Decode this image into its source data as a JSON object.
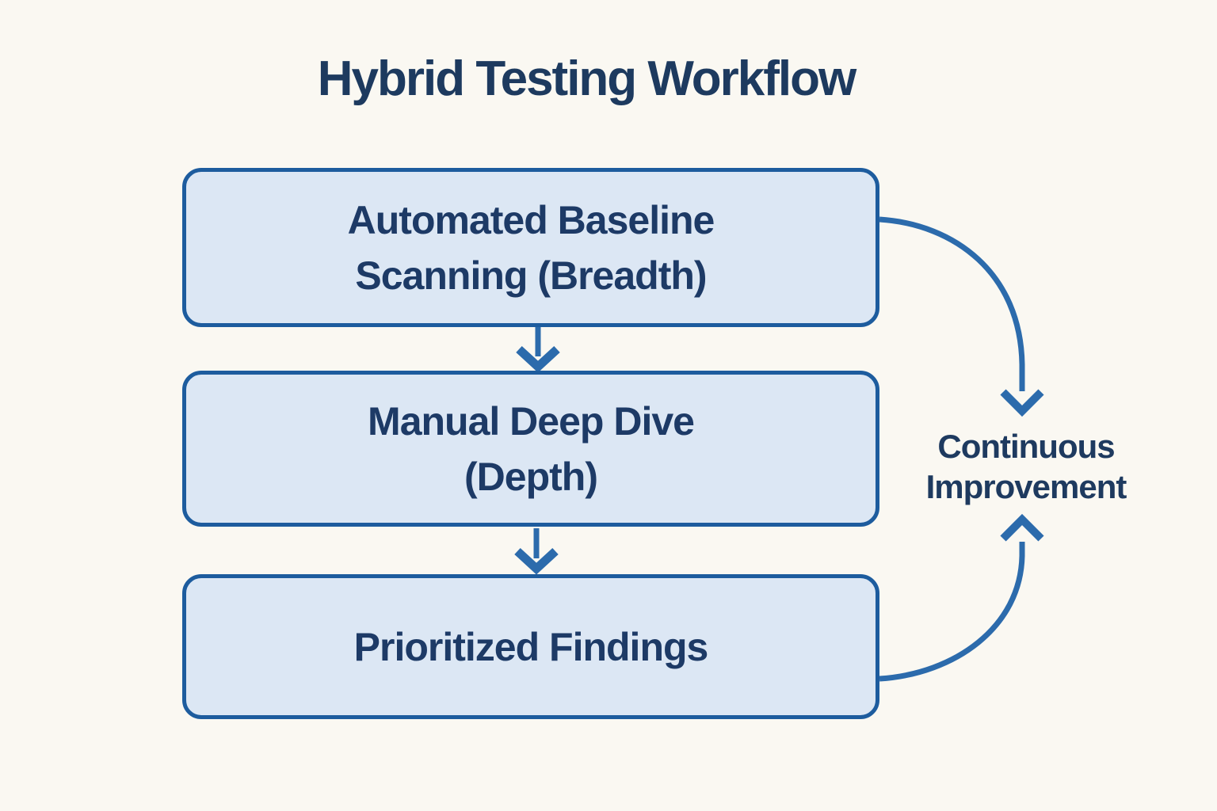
{
  "title": "Hybrid Testing Workflow",
  "nodes": [
    {
      "lines": [
        "Automated Baseline",
        "Scanning (Breadth)"
      ]
    },
    {
      "lines": [
        "Manual Deep Dive",
        "(Depth)"
      ]
    },
    {
      "lines": [
        "Prioritized Findings"
      ]
    }
  ],
  "feedback_loop": {
    "lines": [
      "Continuous",
      "Improvement"
    ]
  },
  "colors": {
    "background": "#faf8f2",
    "box_fill": "#dce7f4",
    "box_border": "#1d5c9e",
    "arrow": "#2c6bac",
    "title_text": "#1d3a5f",
    "box_text": "#1d3a66",
    "label_text": "#1e3a5f"
  }
}
